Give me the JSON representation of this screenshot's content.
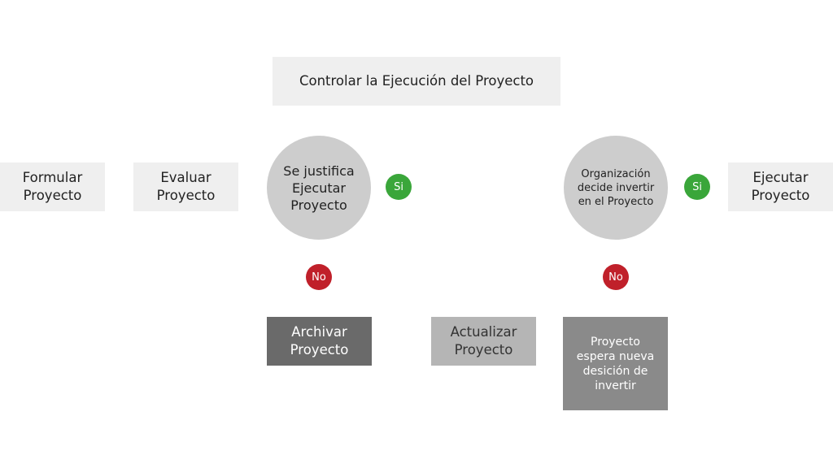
{
  "title": "Controlar la Ejecución del Proyecto",
  "nodes": {
    "formular": "Formular\nProyecto",
    "evaluar": "Evaluar\nProyecto",
    "justifica": "Se justifica\nEjecutar\nProyecto",
    "organizacion": "Organización\ndecide invertir\nen el Proyecto",
    "ejecutar": "Ejecutar\nProyecto",
    "archivar": "Archivar\nProyecto",
    "actualizar": "Actualizar\nProyecto",
    "espera": "Proyecto\nespera nueva\ndesición de\ninvertir"
  },
  "badges": {
    "yes": "Si",
    "no": "No"
  },
  "colors": {
    "yes": "#3aa63a",
    "no": "#c0202a",
    "light_box": "#efefef",
    "circle": "#cdcdcd",
    "dark_box": "#6a6a6a"
  }
}
